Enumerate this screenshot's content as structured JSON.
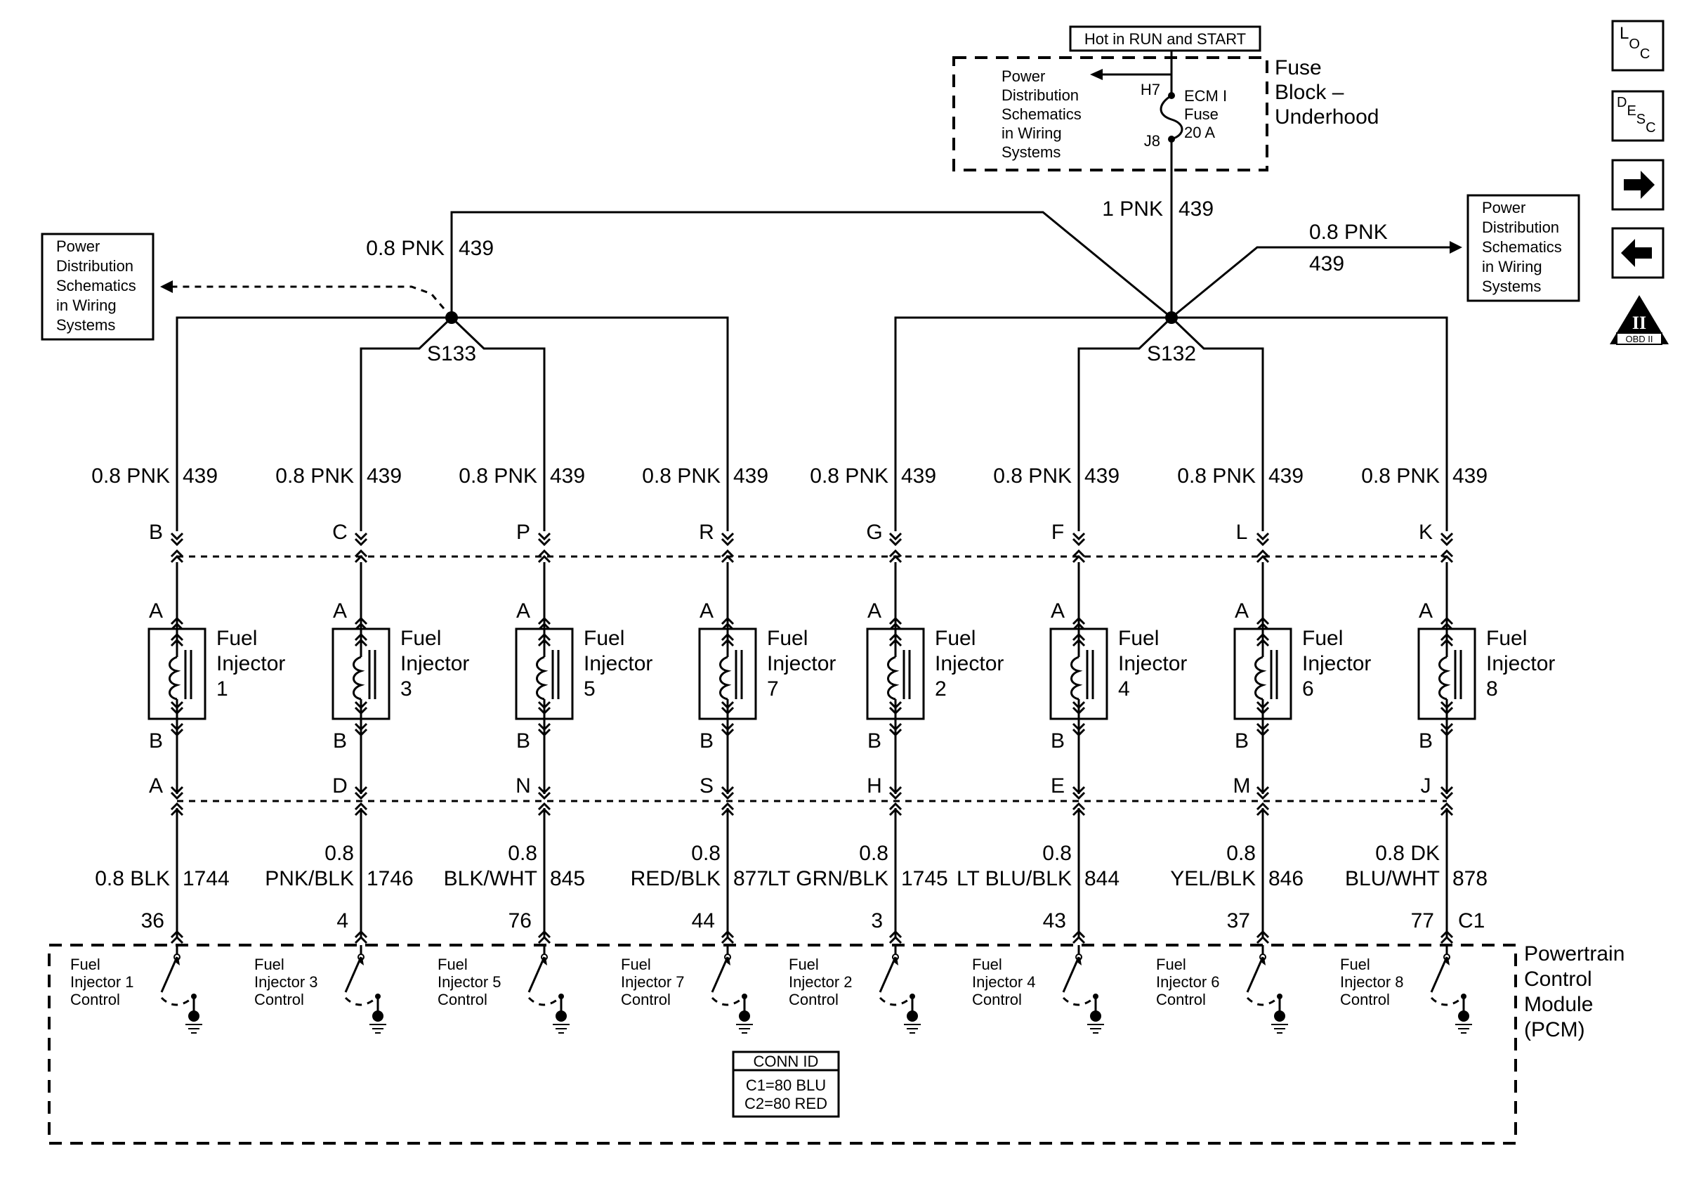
{
  "supply": {
    "hot_label": "Hot in RUN and START",
    "fuse_block_label": [
      "Fuse",
      "Block –",
      "Underhood"
    ],
    "pds_ref": [
      "Power",
      "Distribution",
      "Schematics",
      "in Wiring",
      "Systems"
    ],
    "h7": "H7",
    "j8": "J8",
    "fuse_name": [
      "ECM I",
      "Fuse",
      "20 A"
    ],
    "main_wire": "1 PNK",
    "main_circuit": "439"
  },
  "left_ref": [
    "Power",
    "Distribution",
    "Schematics",
    "in Wiring",
    "Systems"
  ],
  "right_ref": [
    "Power",
    "Distribution",
    "Schematics",
    "in Wiring",
    "Systems"
  ],
  "left_branch": {
    "wire": "0.8 PNK",
    "circuit": "439"
  },
  "right_branch": {
    "wire": "0.8 PNK",
    "circuit": "439"
  },
  "splices": {
    "left": "S133",
    "right": "S132"
  },
  "injectors": [
    {
      "top_wire": "0.8 PNK",
      "top_circuit": "439",
      "upper_pin": "B",
      "inj_a": "A",
      "name": [
        "Fuel",
        "Injector",
        "1"
      ],
      "inj_b": "B",
      "lower_pin": "A",
      "bottom_wire": [
        "",
        "0.8 BLK"
      ],
      "bottom_circuit": "1744",
      "pcm_pin": "36",
      "control": [
        "Fuel",
        "Injector  1",
        "Control"
      ]
    },
    {
      "top_wire": "0.8 PNK",
      "top_circuit": "439",
      "upper_pin": "C",
      "inj_a": "A",
      "name": [
        "Fuel",
        "Injector",
        "3"
      ],
      "inj_b": "B",
      "lower_pin": "D",
      "bottom_wire": [
        "0.8",
        "PNK/BLK"
      ],
      "bottom_circuit": "1746",
      "pcm_pin": "4",
      "control": [
        "Fuel",
        "Injector  3",
        "Control"
      ]
    },
    {
      "top_wire": "0.8 PNK",
      "top_circuit": "439",
      "upper_pin": "P",
      "inj_a": "A",
      "name": [
        "Fuel",
        "Injector",
        "5"
      ],
      "inj_b": "B",
      "lower_pin": "N",
      "bottom_wire": [
        "0.8",
        "BLK/WHT"
      ],
      "bottom_circuit": "845",
      "pcm_pin": "76",
      "control": [
        "Fuel",
        "Injector  5",
        "Control"
      ]
    },
    {
      "top_wire": "0.8 PNK",
      "top_circuit": "439",
      "upper_pin": "R",
      "inj_a": "A",
      "name": [
        "Fuel",
        "Injector",
        "7"
      ],
      "inj_b": "B",
      "lower_pin": "S",
      "bottom_wire": [
        "0.8",
        "RED/BLK"
      ],
      "bottom_circuit": "877",
      "pcm_pin": "44",
      "control": [
        "Fuel",
        "Injector  7",
        "Control"
      ]
    },
    {
      "top_wire": "0.8 PNK",
      "top_circuit": "439",
      "upper_pin": "G",
      "inj_a": "A",
      "name": [
        "Fuel",
        "Injector",
        "2"
      ],
      "inj_b": "B",
      "lower_pin": "H",
      "bottom_wire": [
        "0.8",
        "LT GRN/BLK"
      ],
      "bottom_circuit": "1745",
      "pcm_pin": "3",
      "control": [
        "Fuel",
        "Injector  2",
        "Control"
      ]
    },
    {
      "top_wire": "0.8 PNK",
      "top_circuit": "439",
      "upper_pin": "F",
      "inj_a": "A",
      "name": [
        "Fuel",
        "Injector",
        "4"
      ],
      "inj_b": "B",
      "lower_pin": "E",
      "bottom_wire": [
        "0.8",
        "LT BLU/BLK"
      ],
      "bottom_circuit": "844",
      "pcm_pin": "43",
      "control": [
        "Fuel",
        "Injector  4",
        "Control"
      ]
    },
    {
      "top_wire": "0.8 PNK",
      "top_circuit": "439",
      "upper_pin": "L",
      "inj_a": "A",
      "name": [
        "Fuel",
        "Injector",
        "6"
      ],
      "inj_b": "B",
      "lower_pin": "M",
      "bottom_wire": [
        "0.8",
        "YEL/BLK"
      ],
      "bottom_circuit": "846",
      "pcm_pin": "37",
      "control": [
        "Fuel",
        "Injector  6",
        "Control"
      ]
    },
    {
      "top_wire": "0.8 PNK",
      "top_circuit": "439",
      "upper_pin": "K",
      "inj_a": "A",
      "name": [
        "Fuel",
        "Injector",
        "8"
      ],
      "inj_b": "B",
      "lower_pin": "J",
      "bottom_wire": [
        "0.8 DK",
        "BLU/WHT"
      ],
      "bottom_circuit": "878",
      "pcm_pin": "77",
      "control": [
        "Fuel",
        "Injector  8",
        "Control"
      ]
    }
  ],
  "pcm": {
    "connector": "C1",
    "label": [
      "Powertrain",
      "Control",
      "Module",
      "(PCM)"
    ],
    "conn_id_title": "CONN ID",
    "conn_id_lines": [
      "C1=80 BLU",
      "C2=80 RED"
    ]
  },
  "side_icons": {
    "loc": [
      "L",
      "O",
      "C"
    ],
    "desc": [
      "D",
      "E",
      "S",
      "C"
    ],
    "forward": "forward-arrow",
    "back": "back-arrow",
    "obd_numeral": "II",
    "obd_label": "OBD II"
  }
}
